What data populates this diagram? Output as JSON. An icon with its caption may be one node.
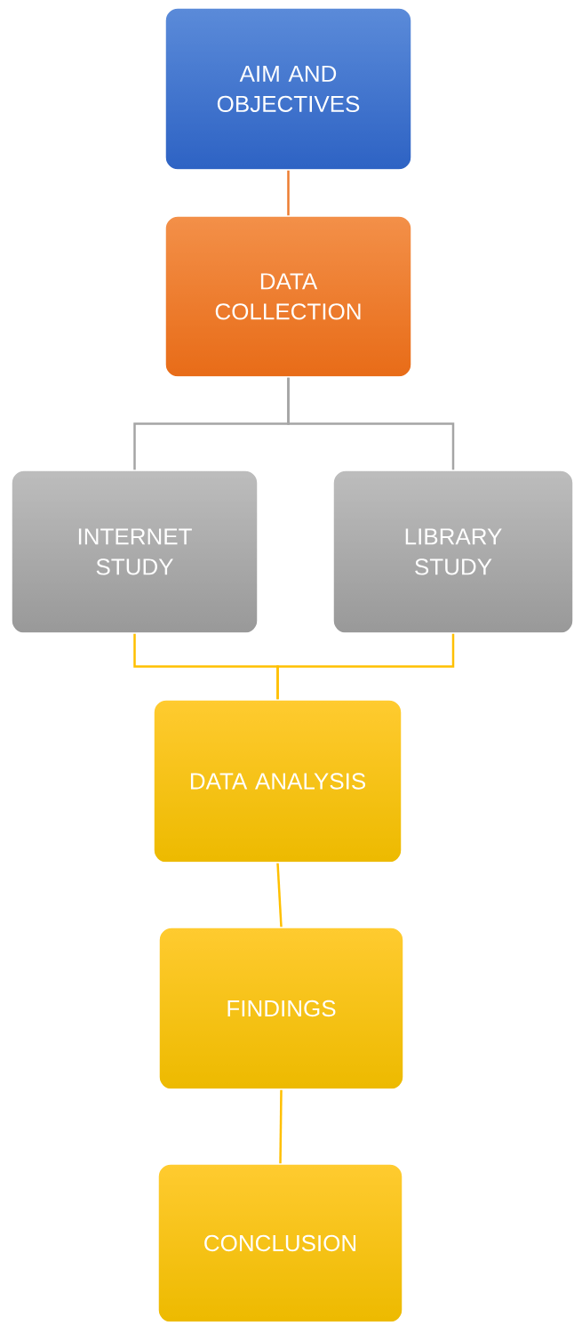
{
  "diagram": {
    "nodes": [
      {
        "text": [
          "AIM AND OBJECTIVES"
        ]
      },
      {
        "text": [
          "DATA COLLECTION"
        ]
      },
      {
        "text": [
          "INTERNET STUDY"
        ]
      },
      {
        "text": [
          "LIBRARY STUDY"
        ]
      },
      {
        "text": [
          "DATA ANALYSIS"
        ]
      },
      {
        "text": [
          "FINDINGS"
        ]
      },
      {
        "text": [
          "CONCLUSION"
        ]
      }
    ],
    "edges": [
      {
        "from": 0,
        "to": 1,
        "arrow": "none",
        "color": "#ed7d31"
      },
      {
        "from": 1,
        "to": 2,
        "arrow": "none",
        "color": "#a5a5a5"
      },
      {
        "from": 1,
        "to": 3,
        "arrow": "none",
        "color": "#a5a5a5"
      },
      {
        "from": 2,
        "to": 4,
        "arrow": "none"
      },
      {
        "from": 3,
        "to": 4,
        "arrow": "none"
      },
      {
        "from": 4,
        "to": 5,
        "arrow": "none"
      },
      {
        "from": 5,
        "to": 6,
        "arrow": "none"
      }
    ]
  }
}
